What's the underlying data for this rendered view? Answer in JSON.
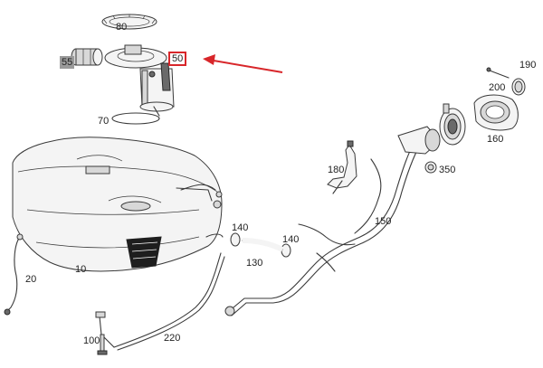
{
  "diagram": {
    "part_labels": [
      {
        "id": "80",
        "text": "80"
      },
      {
        "id": "55",
        "text": "55"
      },
      {
        "id": "50",
        "text": "50"
      },
      {
        "id": "70",
        "text": "70"
      },
      {
        "id": "190",
        "text": "190"
      },
      {
        "id": "200",
        "text": "200"
      },
      {
        "id": "160",
        "text": "160"
      },
      {
        "id": "180",
        "text": "180"
      },
      {
        "id": "350",
        "text": "350"
      },
      {
        "id": "150",
        "text": "150"
      },
      {
        "id": "140a",
        "text": "140"
      },
      {
        "id": "140b",
        "text": "140"
      },
      {
        "id": "130",
        "text": "130"
      },
      {
        "id": "10",
        "text": "10"
      },
      {
        "id": "20",
        "text": "20"
      },
      {
        "id": "100",
        "text": "100"
      },
      {
        "id": "220",
        "text": "220"
      }
    ],
    "highlighted_part": "50",
    "colors": {
      "highlight": "#d8262a",
      "grey_tag": "#9a9a9a",
      "linework": "#3a3a3a"
    }
  }
}
